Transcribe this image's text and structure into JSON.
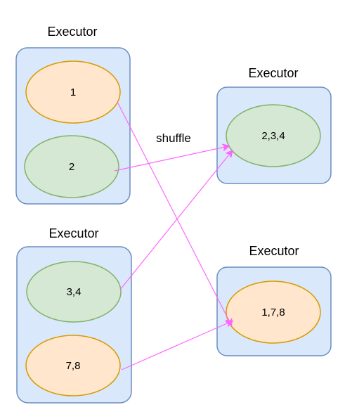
{
  "executors": [
    {
      "label": "Executor",
      "partitions": [
        "1",
        "2"
      ]
    },
    {
      "label": "Executor",
      "partitions": [
        "3,4",
        "7,8"
      ]
    },
    {
      "label": "Executor",
      "partitions": [
        "2,3,4"
      ]
    },
    {
      "label": "Executor",
      "partitions": [
        "1,7,8"
      ]
    }
  ],
  "shuffle_label": "shuffle",
  "colors": {
    "executor_fill": "#dae8fc",
    "executor_stroke": "#6c8ebf",
    "orange_fill": "#ffe6cc",
    "orange_stroke": "#d79b00",
    "green_fill": "#d5e8d4",
    "green_stroke": "#82b366",
    "arrow": "#ff66ff"
  }
}
